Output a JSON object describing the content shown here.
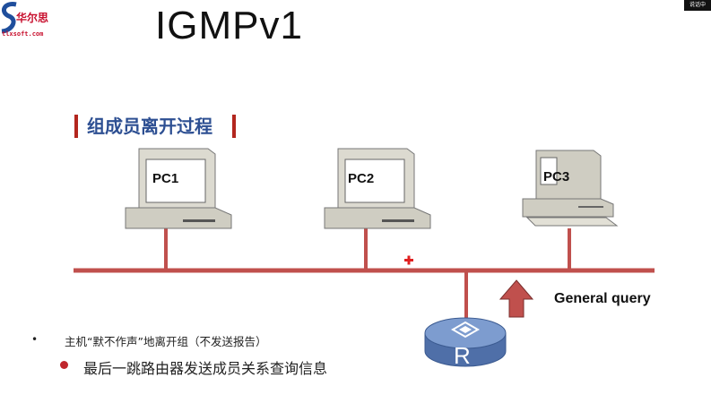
{
  "logo": {
    "name": "华尔思",
    "url": "tlxsoft.com",
    "icon": "s-swoosh-icon",
    "badge": "说话中"
  },
  "title": "IGMPv1",
  "section_title": "组成员离开过程",
  "pcs": [
    {
      "label": "PC1"
    },
    {
      "label": "PC2"
    },
    {
      "label": "PC3"
    }
  ],
  "router": {
    "label": "R"
  },
  "query": {
    "label": "General query",
    "arrow_color": "#c0504d"
  },
  "bullets": [
    {
      "marker": "•",
      "text": "主机“默不作声”地离开组（不发送报告）"
    },
    {
      "text": "最后一跳路由器发送成员关系查询信息"
    }
  ],
  "colors": {
    "bus": "#c0504d",
    "section_bar": "#b3261e",
    "section_text": "#2d4f92",
    "router": "#4f6fa8"
  }
}
